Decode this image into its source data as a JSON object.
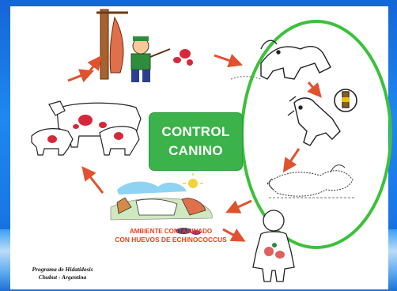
{
  "center_box": {
    "line1": "CONTROL",
    "line2": "CANINO"
  },
  "environment_caption": {
    "line1": "AMBIENTE CONTAMINADO",
    "line2": "CON HUEVOS DE ECHINOCOCCUS"
  },
  "credit": {
    "line1": "Programa de Hidatidosis",
    "line2": "Chubut - Argentina"
  },
  "colors": {
    "arrow": "#e0522e",
    "ellipse": "#3cc13a",
    "box": "#3bb34a",
    "caption": "#e8411d",
    "background": "#1e88f0"
  },
  "cycle_stages": [
    "slaughter-scene",
    "dog-running",
    "dog-with-bottle",
    "dog-ground",
    "contaminated-environment",
    "infected-human",
    "livestock"
  ]
}
